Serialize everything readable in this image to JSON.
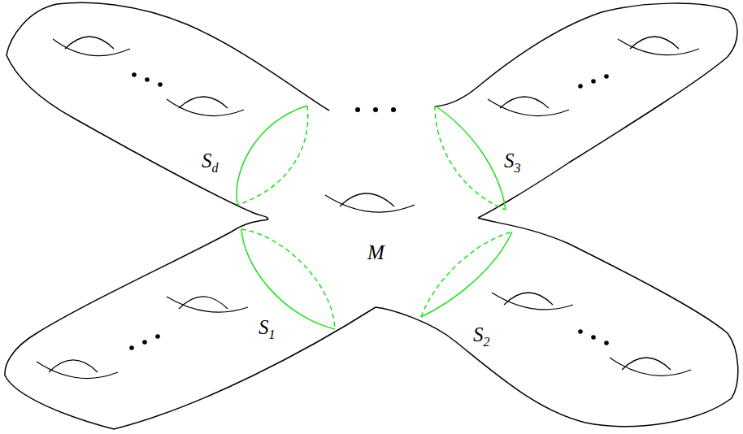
{
  "diagram": {
    "labels": [
      "Sd",
      "S3",
      "M",
      "S1",
      "S2"
    ]
  }
}
